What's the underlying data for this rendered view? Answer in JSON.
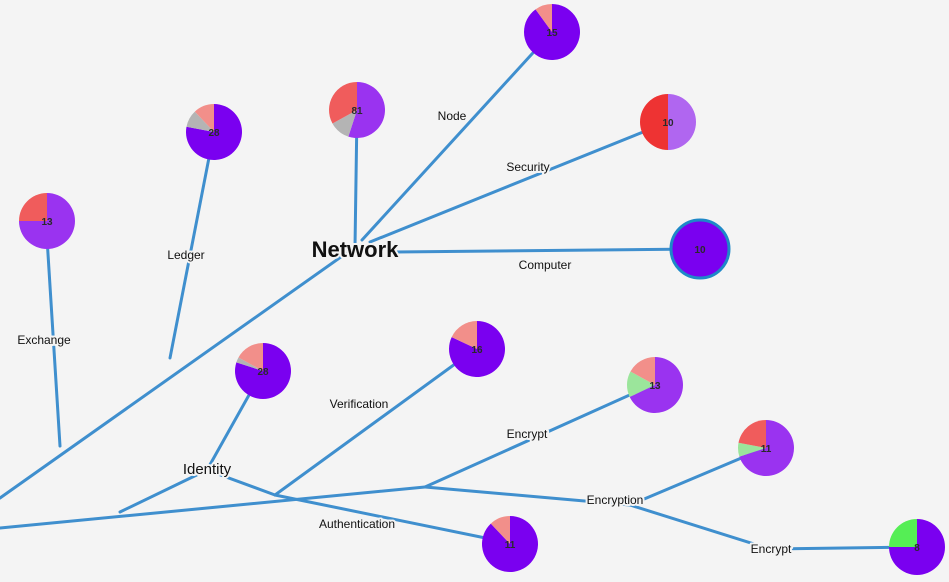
{
  "colors": {
    "edge": "#3f8fce",
    "purple_dark": "#7a00f0",
    "purple_mid": "#9a33f0",
    "purple_light": "#b066f0",
    "salmon": "#f28f8a",
    "coral": "#f05c5c",
    "red": "#ee3333",
    "gray": "#b4b4b4",
    "lightgreen": "#9be59b",
    "green": "#55ee55",
    "selected_ring": "#1e88c8"
  },
  "labels": {
    "network": "Network",
    "node": "Node",
    "security": "Security",
    "computer": "Computer",
    "ledger": "Ledger",
    "exchange": "Exchange",
    "identity": "Identity",
    "verification": "Verification",
    "authentication": "Authentication",
    "encrypt_1": "Encrypt",
    "encryption": "Encryption",
    "encrypt_2": "Encrypt"
  },
  "nodes": [
    {
      "id": "node-leaf",
      "count": "15",
      "slices": [
        {
          "value": 0.9,
          "color": "purple_dark"
        },
        {
          "value": 0.1,
          "color": "salmon"
        }
      ]
    },
    {
      "id": "network-leaf",
      "count": "81",
      "slices": [
        {
          "value": 0.55,
          "color": "purple_mid"
        },
        {
          "value": 0.12,
          "color": "gray"
        },
        {
          "value": 0.33,
          "color": "coral"
        }
      ]
    },
    {
      "id": "ledger-leaf",
      "count": "28",
      "slices": [
        {
          "value": 0.78,
          "color": "purple_dark"
        },
        {
          "value": 0.1,
          "color": "gray"
        },
        {
          "value": 0.12,
          "color": "salmon"
        }
      ]
    },
    {
      "id": "exchange-leaf",
      "count": "13",
      "slices": [
        {
          "value": 0.75,
          "color": "purple_mid"
        },
        {
          "value": 0.25,
          "color": "coral"
        }
      ]
    },
    {
      "id": "security-leaf",
      "count": "10",
      "slices": [
        {
          "value": 0.5,
          "color": "purple_light"
        },
        {
          "value": 0.5,
          "color": "red"
        }
      ]
    },
    {
      "id": "computer-leaf",
      "count": "10",
      "selected": true,
      "slices": [
        {
          "value": 1.0,
          "color": "purple_dark"
        }
      ]
    },
    {
      "id": "identity-leaf",
      "count": "28",
      "slices": [
        {
          "value": 0.8,
          "color": "purple_dark"
        },
        {
          "value": 0.03,
          "color": "gray"
        },
        {
          "value": 0.17,
          "color": "salmon"
        }
      ]
    },
    {
      "id": "verification-leaf",
      "count": "16",
      "slices": [
        {
          "value": 0.82,
          "color": "purple_dark"
        },
        {
          "value": 0.18,
          "color": "salmon"
        }
      ]
    },
    {
      "id": "authentication-leaf",
      "count": "11",
      "slices": [
        {
          "value": 0.88,
          "color": "purple_dark"
        },
        {
          "value": 0.12,
          "color": "salmon"
        }
      ]
    },
    {
      "id": "encrypt-1-leaf",
      "count": "13",
      "slices": [
        {
          "value": 0.68,
          "color": "purple_mid"
        },
        {
          "value": 0.15,
          "color": "lightgreen"
        },
        {
          "value": 0.17,
          "color": "salmon"
        }
      ]
    },
    {
      "id": "encryption-leaf",
      "count": "11",
      "slices": [
        {
          "value": 0.7,
          "color": "purple_mid"
        },
        {
          "value": 0.08,
          "color": "lightgreen"
        },
        {
          "value": 0.22,
          "color": "coral"
        }
      ]
    },
    {
      "id": "encrypt-2-leaf",
      "count": "8",
      "slices": [
        {
          "value": 0.75,
          "color": "purple_dark"
        },
        {
          "value": 0.25,
          "color": "green"
        }
      ]
    }
  ]
}
